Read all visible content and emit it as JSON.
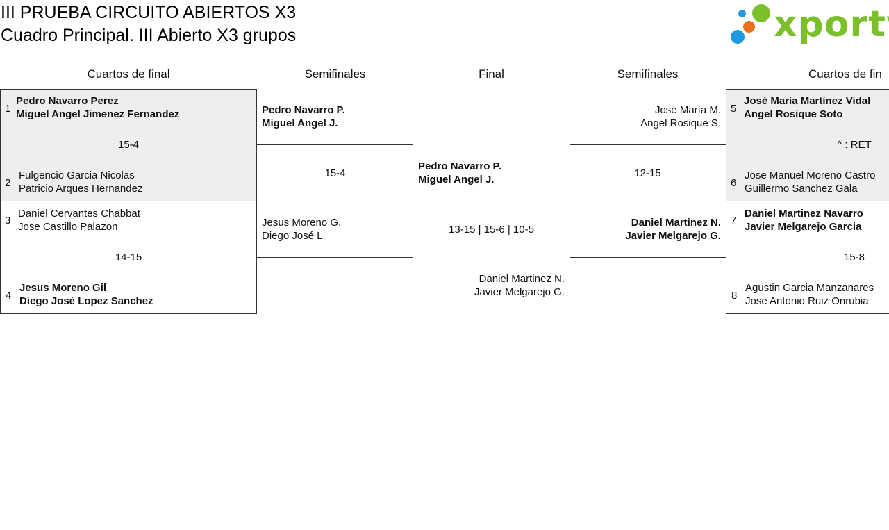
{
  "header": {
    "title": "III PRUEBA CIRCUITO ABIERTOS X3",
    "subtitle": "Cuadro Principal. III Abierto X3 grupos",
    "logo_text": "xporty"
  },
  "rounds": {
    "left_qf": "Cuartos de final",
    "left_sf": "Semifinales",
    "final": "Final",
    "right_sf": "Semifinales",
    "right_qf": "Cuartos de fin"
  },
  "left_qf": {
    "m1": {
      "top": {
        "seed": "1",
        "p1": "Pedro Navarro Perez",
        "p2": "Miguel Angel Jimenez Fernandez"
      },
      "score": "15-4",
      "bottom": {
        "seed": "2",
        "p1": "Fulgencio Garcia Nicolas",
        "p2": "Patricio Arques Hernandez"
      }
    },
    "m2": {
      "top": {
        "seed": "3",
        "p1": "Daniel Cervantes Chabbat",
        "p2": "Jose Castillo Palazon"
      },
      "score": "14-15",
      "bottom": {
        "seed": "4",
        "p1": "Jesus Moreno Gil",
        "p2": "Diego José Lopez Sanchez"
      }
    }
  },
  "left_sf": {
    "top": {
      "p1": "Pedro Navarro P.",
      "p2": "Miguel Angel J."
    },
    "score": "15-4",
    "bottom": {
      "p1": "Jesus Moreno G.",
      "p2": "Diego José L."
    }
  },
  "final": {
    "top": {
      "p1": "Pedro Navarro P.",
      "p2": "Miguel Angel J."
    },
    "score": "13-15 | 15-6 | 10-5",
    "bottom": {
      "p1": "Daniel Martinez N.",
      "p2": "Javier Melgarejo G."
    }
  },
  "right_sf": {
    "top": {
      "p1": "José María M.",
      "p2": "Angel Rosique S."
    },
    "score": "12-15",
    "bottom": {
      "p1": "Daniel Martinez N.",
      "p2": "Javier Melgarejo G."
    }
  },
  "right_qf": {
    "m1": {
      "top": {
        "seed": "5",
        "p1": "José María Martínez Vidal",
        "p2": "Angel Rosique Soto"
      },
      "score": "^ : RET",
      "bottom": {
        "seed": "6",
        "p1": "Jose Manuel Moreno Castro",
        "p2": "Guillermo Sanchez Gala"
      }
    },
    "m2": {
      "top": {
        "seed": "7",
        "p1": "Daniel Martinez Navarro",
        "p2": "Javier Melgarejo Garcia"
      },
      "score": "15-8",
      "bottom": {
        "seed": "8",
        "p1": "Agustin Garcia Manzanares",
        "p2": "Jose Antonio Ruiz Onrubia"
      }
    }
  },
  "colors": {
    "logo_green": "#7bbf2a",
    "dot_blue": "#1e9be0",
    "dot_orange": "#e8731c",
    "box_fill": "#eeeeee"
  }
}
